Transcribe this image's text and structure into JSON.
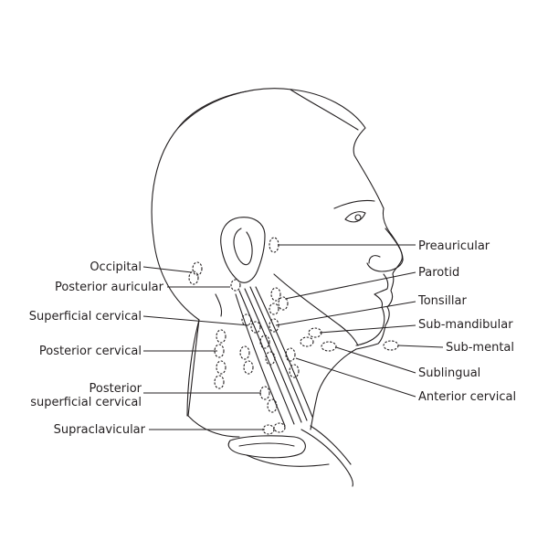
{
  "labels": {
    "preauricular": "Preauricular",
    "parotid": "Parotid",
    "tonsillar": "Tonsillar",
    "submandibular": "Sub-mandibular",
    "submental": "Sub-mental",
    "sublingual": "Sublingual",
    "anterior_cervical": "Anterior cervical",
    "occipital": "Occipital",
    "posterior_auricular": "Posterior auricular",
    "superficial_cervical": "Superficial cervical",
    "posterior_cervical": "Posterior cervical",
    "posterior_superficial_cervical_line1": "Posterior",
    "posterior_superficial_cervical_line2": "superficial cervical",
    "supraclavicular": "Supraclavicular"
  },
  "colors": {
    "line": "#231f20",
    "background": "#ffffff"
  }
}
